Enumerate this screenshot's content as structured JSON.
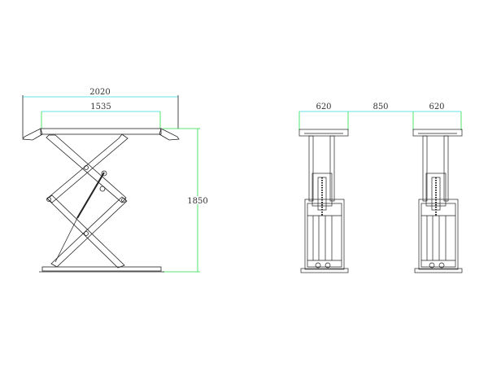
{
  "side_view": {
    "overall_length": "2020",
    "platform_length": "1535",
    "max_height": "1850"
  },
  "front_view": {
    "left_platform_width": "620",
    "gap_width": "850",
    "right_platform_width": "620"
  },
  "colors": {
    "dimension_line": "#22dd44",
    "dimension_line_alt": "#33dddd",
    "drawing_line": "#222222"
  }
}
